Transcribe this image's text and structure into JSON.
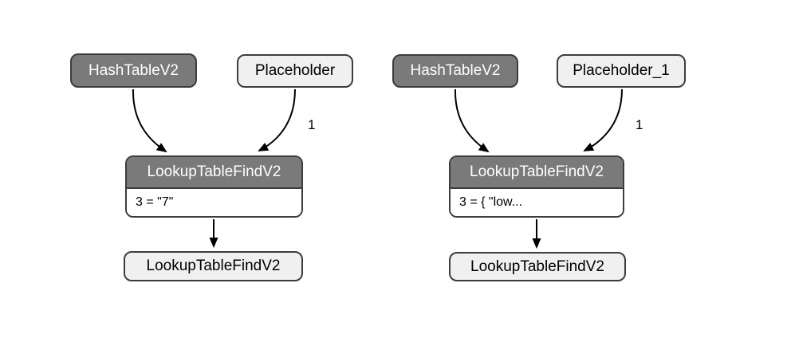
{
  "diagram": {
    "background": "#ffffff",
    "colors": {
      "node_fill_dark": "#7a7a7a",
      "node_fill_light": "#f0f0f0",
      "node_border": "#3d3d3d",
      "text_on_dark": "#ffffff",
      "text_on_light": "#000000",
      "edge_color": "#000000"
    },
    "graphs": [
      {
        "id": "left-graph",
        "nodes": [
          {
            "id": "hashtable",
            "label": "HashTableV2",
            "style": "dark"
          },
          {
            "id": "placeholder",
            "label": "Placeholder",
            "style": "light"
          },
          {
            "id": "lookup-find",
            "label": "LookupTableFindV2",
            "style": "table",
            "attribute": "3 = \"7\""
          },
          {
            "id": "lookup-find-result",
            "label": "LookupTableFindV2",
            "style": "light"
          }
        ],
        "edges": [
          {
            "from": "HashTableV2",
            "to": "LookupTableFindV2"
          },
          {
            "from": "Placeholder",
            "to": "LookupTableFindV2",
            "label": "1"
          },
          {
            "from": "LookupTableFindV2",
            "to": "LookupTableFindV2"
          }
        ]
      },
      {
        "id": "right-graph",
        "nodes": [
          {
            "id": "hashtable",
            "label": "HashTableV2",
            "style": "dark"
          },
          {
            "id": "placeholder-1",
            "label": "Placeholder_1",
            "style": "light"
          },
          {
            "id": "lookup-find",
            "label": "LookupTableFindV2",
            "style": "table",
            "attribute": "3 = { \"low..."
          },
          {
            "id": "lookup-find-result",
            "label": "LookupTableFindV2",
            "style": "light"
          }
        ],
        "edges": [
          {
            "from": "HashTableV2",
            "to": "LookupTableFindV2"
          },
          {
            "from": "Placeholder_1",
            "to": "LookupTableFindV2",
            "label": "1"
          },
          {
            "from": "LookupTableFindV2",
            "to": "LookupTableFindV2"
          }
        ]
      }
    ]
  }
}
